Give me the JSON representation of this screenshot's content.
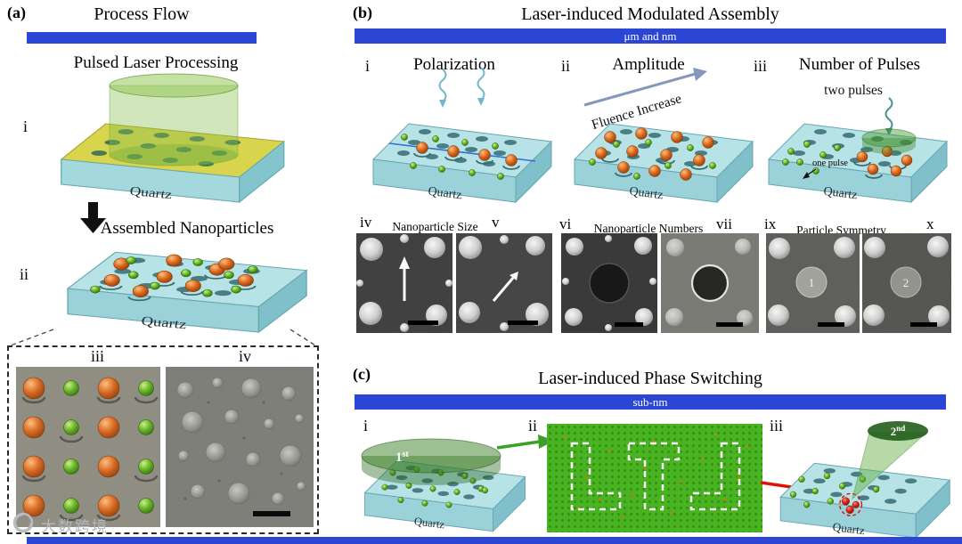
{
  "colors": {
    "accent_bar": "#2b46d4",
    "substrate_cyan": "#b7e3e6",
    "laser_green": "#87be4b",
    "particle_orange": "#d9661c",
    "particle_green": "#61b31f",
    "phase_red": "#e01208"
  },
  "panel_a": {
    "label": "(a)",
    "title": "Process Flow",
    "step1": {
      "label": "i",
      "title": "Pulsed Laser Processing",
      "substrate": "Quartz"
    },
    "step2": {
      "label": "ii",
      "title": "Assembled Nanoparticles",
      "substrate": "Quartz"
    },
    "inset": {
      "label_left": "iii",
      "label_right": "iv"
    }
  },
  "panel_b": {
    "label": "(b)",
    "title": "Laser-induced Modulated Assembly",
    "scale_label": "μm and nm",
    "sub_i": {
      "label": "i",
      "title": "Polarization",
      "substrate": "Quartz"
    },
    "sub_ii": {
      "label": "ii",
      "title": "Amplitude",
      "annotation": "Fluence Increase",
      "substrate": "Quartz"
    },
    "sub_iii": {
      "label": "iii",
      "title": "Number of Pulses",
      "annotation_top": "two pulses",
      "annotation_bottom": "one pulse",
      "substrate": "Quartz"
    },
    "sem": {
      "size": {
        "label_left": "iv",
        "title": "Nanoparticle Size",
        "label_right": "v"
      },
      "numbers": {
        "label_left": "vi",
        "title": "Nanoparticle Numbers",
        "label_right": "vii"
      },
      "symmetry": {
        "label_left": "ix",
        "title": "Particle Symmetry",
        "label_right": "x",
        "mark_left": "1",
        "mark_right": "2"
      }
    }
  },
  "panel_c": {
    "label": "(c)",
    "title": "Laser-induced Phase Switching",
    "scale_label": "sub-nm",
    "sub_i": {
      "label": "i",
      "pulse_num": "1",
      "pulse_suffix": "st",
      "substrate": "Quartz"
    },
    "sub_ii": {
      "label": "ii"
    },
    "sub_iii": {
      "label": "iii",
      "pulse_num": "2",
      "pulse_suffix": "nd",
      "substrate": "Quartz"
    }
  },
  "watermark": {
    "text": "大数跨境"
  }
}
